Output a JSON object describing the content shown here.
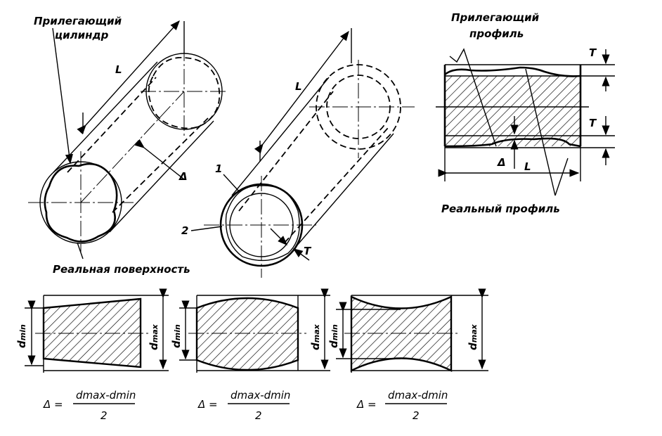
{
  "figure1": {
    "label_adjacent_line1": "Прилегающий",
    "label_adjacent_line2": "цилиндр",
    "length": "L",
    "deviation": "Δ",
    "label_real_surface": "Реальная поверхность"
  },
  "figure2": {
    "length": "L",
    "marker1": "1",
    "marker2": "2",
    "tolerance": "T"
  },
  "figure3": {
    "label_adjacent_line1": "Прилегающий",
    "label_adjacent_line2": "профиль",
    "tolerance_top": "T",
    "tolerance_bottom": "T",
    "deviation": "Δ",
    "length": "L",
    "label_real_profile": "Реальный профиль"
  },
  "bottom": [
    {
      "dmin": "d",
      "dmin_sub": "min",
      "dmax": "d",
      "dmax_sub": "max",
      "formula_lhs": "Δ =",
      "numerator": "dmax-dmin",
      "denominator": "2"
    },
    {
      "dmin": "d",
      "dmin_sub": "min",
      "dmax": "d",
      "dmax_sub": "max",
      "formula_lhs": "Δ =",
      "numerator": "dmax-dmin",
      "denominator": "2"
    },
    {
      "dmin": "d",
      "dmin_sub": "min",
      "dmax": "d",
      "dmax_sub": "max",
      "formula_lhs": "Δ =",
      "numerator": "dmax-dmin",
      "denominator": "2"
    }
  ]
}
